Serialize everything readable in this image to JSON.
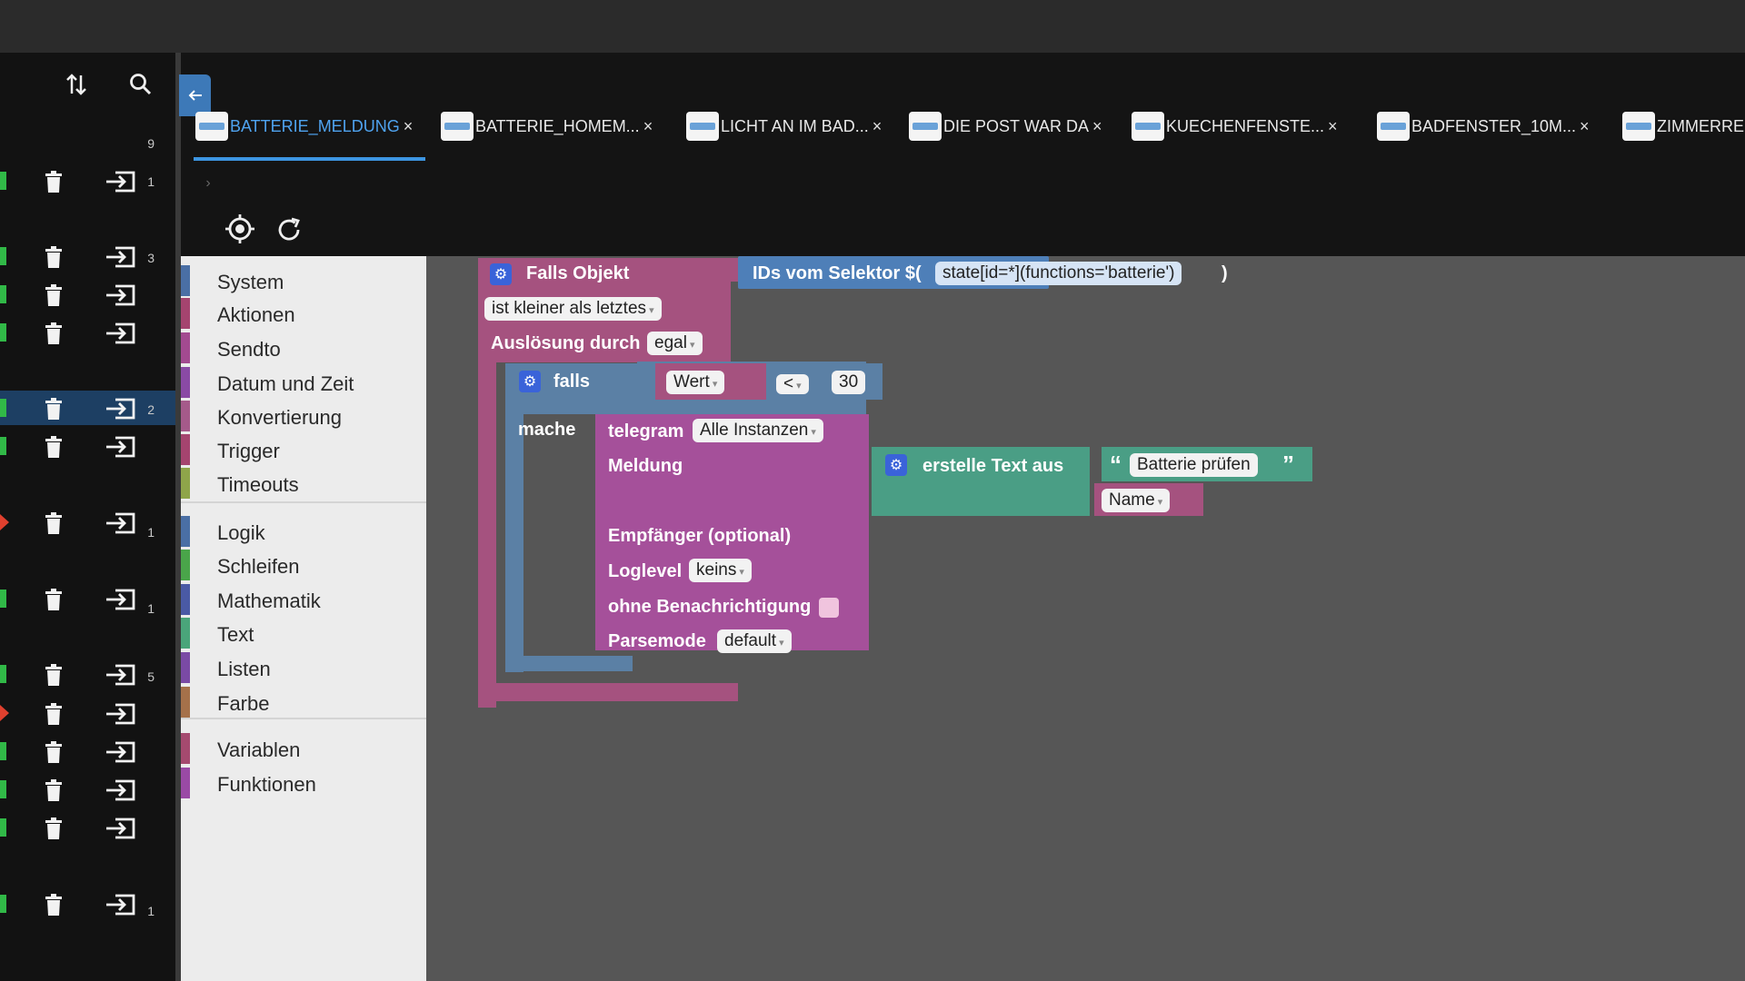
{
  "left_panel": {
    "sort_icon": "sort-arrows-icon",
    "search_icon": "search-icon",
    "counts": [
      "9",
      "1",
      "3",
      "2",
      "1",
      "1",
      "5",
      "1"
    ],
    "rows": [
      {
        "status": "green"
      },
      {
        "status": "green"
      },
      {
        "status": "green"
      },
      {
        "status": "green"
      },
      {
        "status": "green",
        "selected": true
      },
      {
        "status": "green"
      },
      {
        "status": "red"
      },
      {
        "status": "green"
      },
      {
        "status": "green"
      },
      {
        "status": "red"
      },
      {
        "status": "green"
      },
      {
        "status": "green"
      },
      {
        "status": "green"
      },
      {
        "status": "green"
      }
    ]
  },
  "tabs": [
    {
      "label": "BATTERIE_MELDUNG",
      "active": true
    },
    {
      "label": "BATTERIE_HOMEM...",
      "active": false
    },
    {
      "label": "LICHT AN IM BAD...",
      "active": false
    },
    {
      "label": "DIE POST WAR DA",
      "active": false
    },
    {
      "label": "KUECHENFENSTE...",
      "active": false
    },
    {
      "label": "BADFENSTER_10M...",
      "active": false
    },
    {
      "label": "ZIMMERRE",
      "active": false
    }
  ],
  "tab_close": "×",
  "toolbar": {
    "center_icon": "crosshair-icon",
    "refresh_icon": "refresh-icon"
  },
  "toolbox": {
    "categories": [
      {
        "label": "System",
        "color": "#4a6fa5"
      },
      {
        "label": "Aktionen",
        "color": "#a5446f"
      },
      {
        "label": "Sendto",
        "color": "#a34a90"
      },
      {
        "label": "Datum und Zeit",
        "color": "#8a4aa5"
      },
      {
        "label": "Konvertierung",
        "color": "#a55a8a"
      },
      {
        "label": "Trigger",
        "color": "#a5446f"
      },
      {
        "label": "Timeouts",
        "color": "#8fa54a"
      },
      {
        "label": "Logik",
        "color": "#4a6fa5"
      },
      {
        "label": "Schleifen",
        "color": "#4aa54a"
      },
      {
        "label": "Mathematik",
        "color": "#4a5aa5"
      },
      {
        "label": "Text",
        "color": "#4aa57a"
      },
      {
        "label": "Listen",
        "color": "#7a4aa5"
      },
      {
        "label": "Farbe",
        "color": "#a5714a"
      },
      {
        "label": "Variablen",
        "color": "#a54a6f"
      },
      {
        "label": "Funktionen",
        "color": "#9a4aa5"
      }
    ]
  },
  "blocks": {
    "trigger": {
      "title": "Falls Objekt",
      "selector_label": "IDs vom Selektor $(",
      "selector_value": "state[id=*](functions='batterie')",
      "selector_close": ")",
      "condition": "ist kleiner als letztes",
      "trigger_label": "Auslösung durch",
      "trigger_value": "egal"
    },
    "if": {
      "label": "falls",
      "do_label": "mache",
      "var": "Wert",
      "op": "<",
      "num": "30"
    },
    "telegram": {
      "label": "telegram",
      "instance": "Alle Instanzen",
      "message_label": "Meldung",
      "recipient_label": "Empfänger (optional)",
      "loglevel_label": "Loglevel",
      "loglevel_value": "keins",
      "silent_label": "ohne Benachrichtigung",
      "parsemode_label": "Parsemode",
      "parsemode_value": "default"
    },
    "text": {
      "label": "erstelle Text aus",
      "quote_open": "“",
      "string": "Batterie prüfen",
      "quote_close": "”",
      "var": "Name"
    }
  }
}
